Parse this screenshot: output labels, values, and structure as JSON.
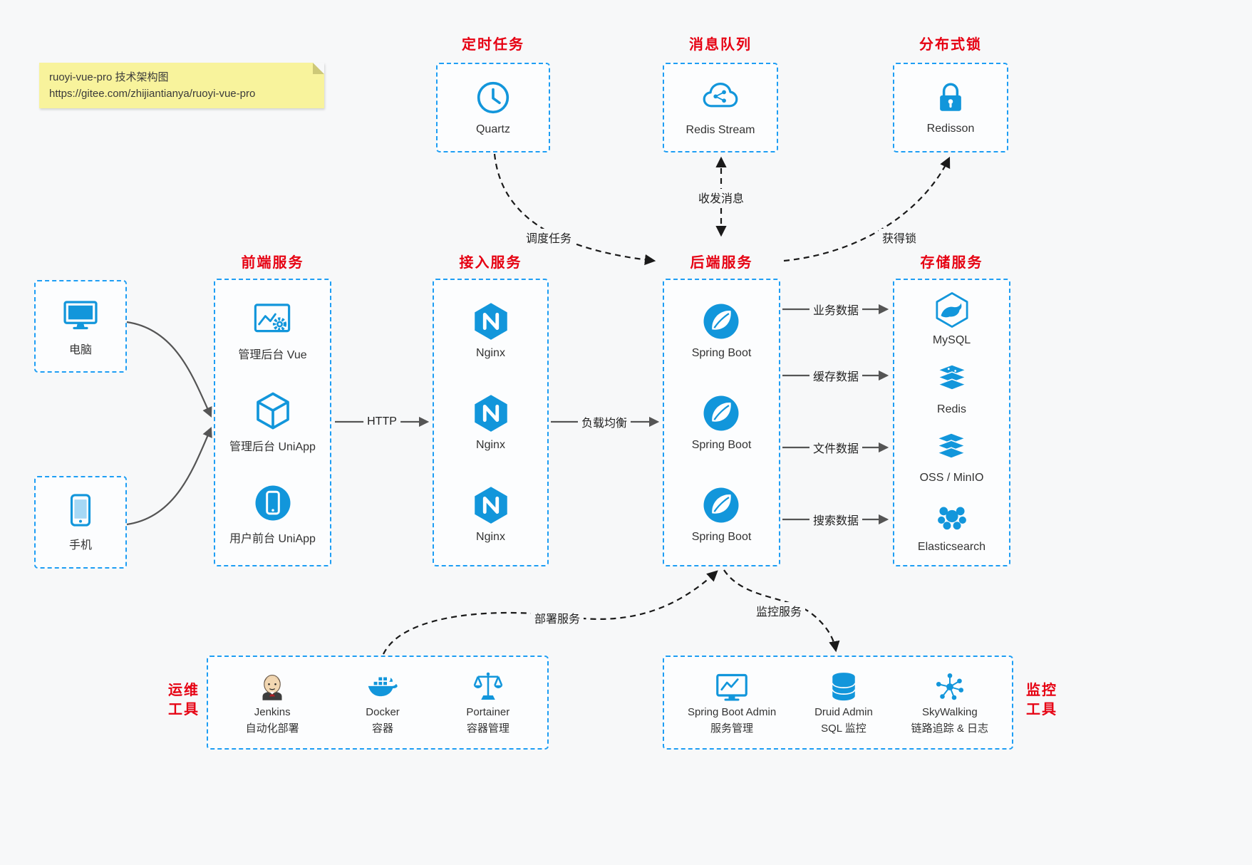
{
  "note": {
    "line1": "ruoyi-vue-pro 技术架构图",
    "line2": "https://gitee.com/zhijiantianya/ruoyi-vue-pro"
  },
  "top_services": [
    {
      "title": "定时任务",
      "label": "Quartz",
      "icon": "clock-icon"
    },
    {
      "title": "消息队列",
      "label": "Redis Stream",
      "icon": "cloud-share-icon"
    },
    {
      "title": "分布式锁",
      "label": "Redisson",
      "icon": "lock-icon"
    }
  ],
  "clients": [
    {
      "label": "电脑",
      "icon": "desktop-icon"
    },
    {
      "label": "手机",
      "icon": "phone-icon"
    }
  ],
  "frontend": {
    "title": "前端服务",
    "items": [
      {
        "label": "管理后台 Vue",
        "icon": "admin-vue-icon"
      },
      {
        "label": "管理后台 UniApp",
        "icon": "uniapp-box-icon"
      },
      {
        "label": "用户前台 UniApp",
        "icon": "user-app-icon"
      }
    ]
  },
  "gateway": {
    "title": "接入服务",
    "items": [
      {
        "label": "Nginx",
        "icon": "nginx-icon"
      },
      {
        "label": "Nginx",
        "icon": "nginx-icon"
      },
      {
        "label": "Nginx",
        "icon": "nginx-icon"
      }
    ]
  },
  "backend": {
    "title": "后端服务",
    "items": [
      {
        "label": "Spring Boot",
        "icon": "spring-icon"
      },
      {
        "label": "Spring Boot",
        "icon": "spring-icon"
      },
      {
        "label": "Spring Boot",
        "icon": "spring-icon"
      }
    ]
  },
  "storage": {
    "title": "存储服务",
    "items": [
      {
        "label": "MySQL",
        "icon": "mysql-icon"
      },
      {
        "label": "Redis",
        "icon": "redis-stack-icon"
      },
      {
        "label": "OSS / MinIO",
        "icon": "oss-stack-icon"
      },
      {
        "label": "Elasticsearch",
        "icon": "elasticsearch-icon"
      }
    ]
  },
  "ops": {
    "title_line1": "运维",
    "title_line2": "工具",
    "items": [
      {
        "name": "Jenkins",
        "desc": "自动化部署",
        "icon": "jenkins-icon"
      },
      {
        "name": "Docker",
        "desc": "容器",
        "icon": "docker-icon"
      },
      {
        "name": "Portainer",
        "desc": "容器管理",
        "icon": "portainer-icon"
      }
    ]
  },
  "monitoring": {
    "title_line1": "监控",
    "title_line2": "工具",
    "items": [
      {
        "name": "Spring Boot Admin",
        "desc": "服务管理",
        "icon": "sba-icon"
      },
      {
        "name": "Druid Admin",
        "desc": "SQL 监控",
        "icon": "druid-icon"
      },
      {
        "name": "SkyWalking",
        "desc": "链路追踪 & 日志",
        "icon": "skywalking-icon"
      }
    ]
  },
  "edges": {
    "schedule": "调度任务",
    "message": "收发消息",
    "lock": "获得锁",
    "http": "HTTP",
    "load_balance": "负载均衡",
    "business_data": "业务数据",
    "cache_data": "缓存数据",
    "file_data": "文件数据",
    "search_data": "搜索数据",
    "deploy": "部署服务",
    "monitor": "监控服务"
  },
  "colors": {
    "icon_blue": "#1296db",
    "border_blue": "#1e9ef4",
    "title_red": "#e60012",
    "note_yellow": "#f8f39c",
    "canvas_bg": "#f7f8f9"
  }
}
